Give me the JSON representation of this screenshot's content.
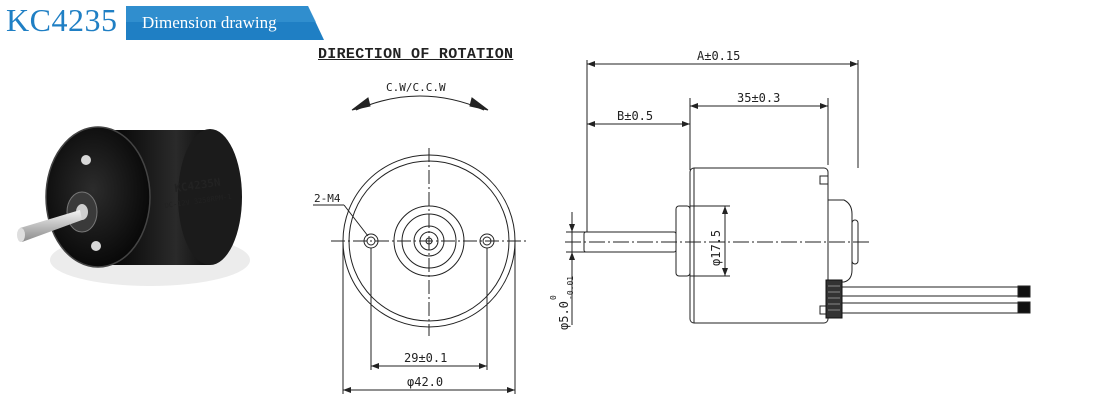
{
  "header": {
    "model": "KC4235",
    "section_label": "Dimension drawing"
  },
  "product_photo": {
    "label_line1": "KC4235N",
    "label_line2": "DC-12V 3250RPM-1"
  },
  "front_view": {
    "heading": "DIRECTION OF ROTATION",
    "rotation": "C.W/C.C.W",
    "holes_label": "2-M4",
    "hole_spacing": "29±0.1",
    "outer_diameter": "φ42.0"
  },
  "side_view": {
    "overall_length": "A±0.15",
    "shaft_length": "B±0.5",
    "body_length": "35±0.3",
    "boss_diameter": "φ17.5",
    "shaft_diameter": "φ5.0",
    "shaft_tol_upper": "0",
    "shaft_tol_lower": "-0.01"
  },
  "colors": {
    "accent": "#1f7fc4",
    "line": "#222222",
    "motor_body": "#1a1a1a"
  }
}
